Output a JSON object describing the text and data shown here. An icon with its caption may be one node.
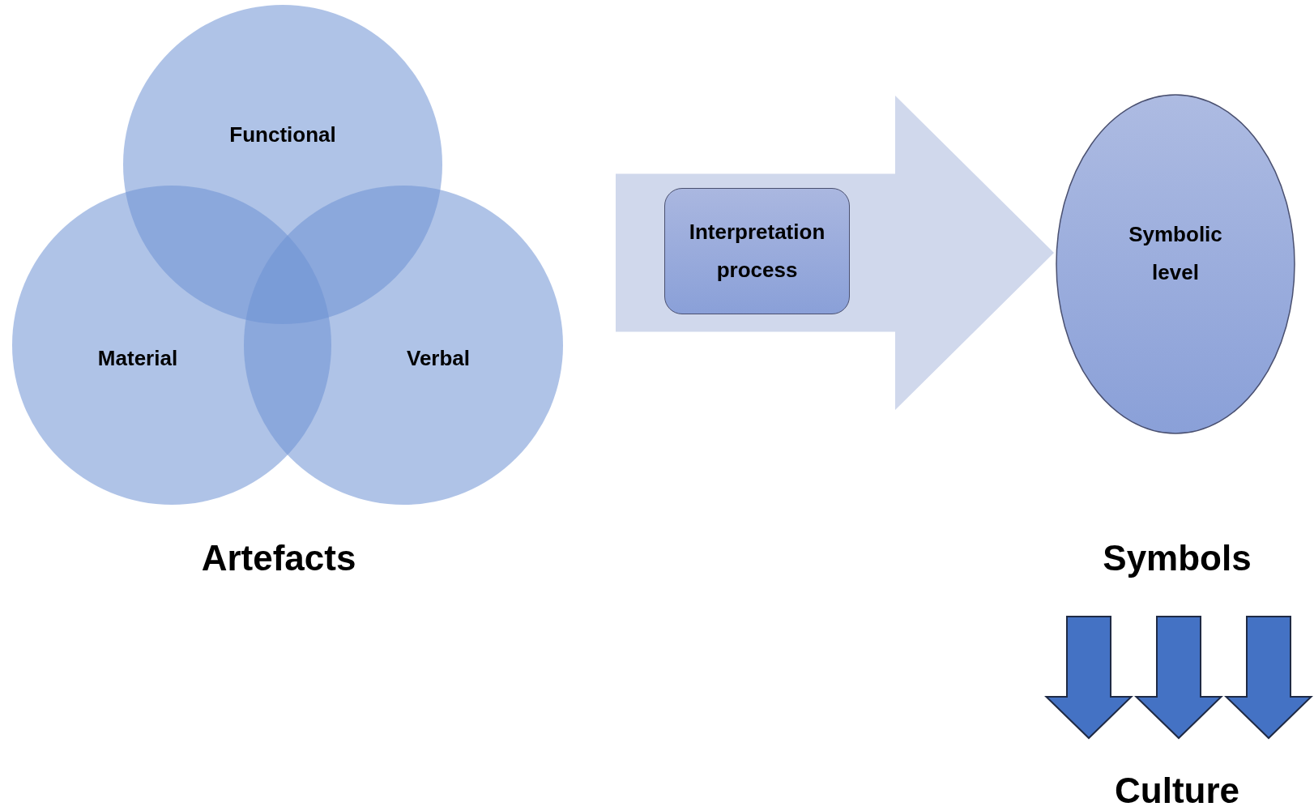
{
  "diagram": {
    "nodes": [
      {
        "text": [
          "Functional"
        ]
      },
      {
        "text": [
          "Material"
        ]
      },
      {
        "text": [
          "Verbal"
        ]
      },
      {
        "text": [
          "Interpretation process"
        ]
      },
      {
        "text": [
          "Symbolic level"
        ]
      },
      {
        "text": [
          "Culture"
        ]
      }
    ],
    "edges": [
      {
        "from": null,
        "to": 4,
        "arrow": "to"
      },
      {
        "from": null,
        "to": 5,
        "arrow": "to"
      },
      {
        "from": null,
        "to": 5,
        "arrow": "to"
      },
      {
        "from": null,
        "to": 5,
        "arrow": "to"
      }
    ],
    "labels": [
      "Artefacts",
      "Symbols"
    ]
  }
}
